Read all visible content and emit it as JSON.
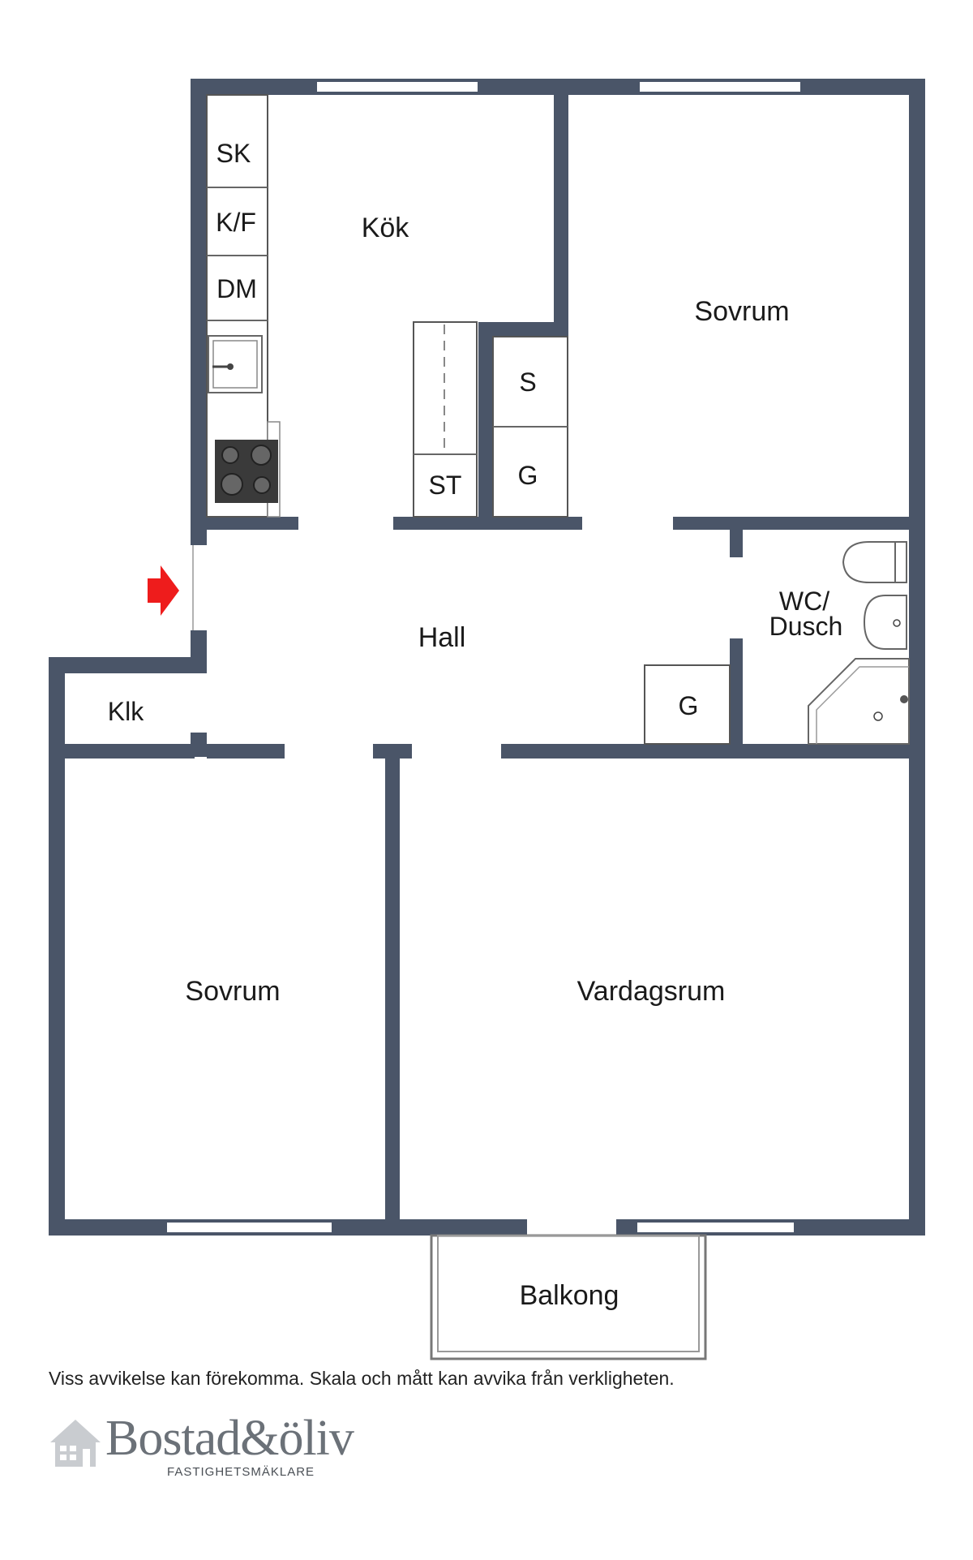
{
  "rooms": {
    "kok": "Kök",
    "sovrum_upper": "Sovrum",
    "hall": "Hall",
    "wc": [
      "WC/",
      "Dusch"
    ],
    "klk": "Klk",
    "sovrum_lower": "Sovrum",
    "vardagsrum": "Vardagsrum",
    "balkong": "Balkong"
  },
  "fixtures": {
    "sk": "SK",
    "kf": "K/F",
    "dm": "DM",
    "s": "S",
    "g_kitchen": "G",
    "st": "ST",
    "g_hall": "G"
  },
  "colors": {
    "wall": "#4a5568",
    "entrance_arrow": "#ee1c1c"
  },
  "disclaimer": "Viss avvikelse kan förekomma. Skala och mått kan avvika från verkligheten.",
  "logo": {
    "name": "Bostad&öliv",
    "subtitle": "FASTIGHETSMÄKLARE"
  }
}
